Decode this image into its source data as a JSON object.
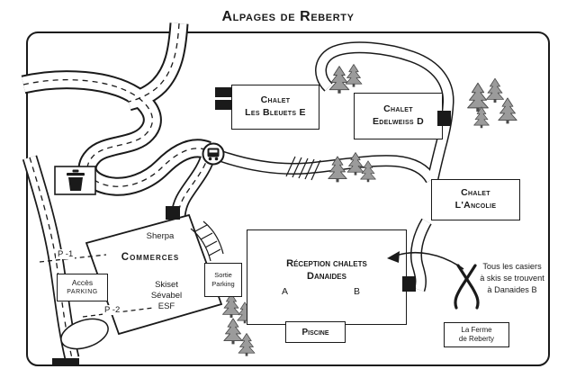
{
  "title": "Alpages de Reberty",
  "map": {
    "chalets": {
      "bleuets": {
        "line1": "Chalet",
        "line2": "Les Bleuets E"
      },
      "edelweiss": {
        "line1": "Chalet",
        "line2": "Edelweiss D"
      },
      "ancolie": {
        "line1": "Chalet",
        "line2": "L'Ancolie"
      }
    },
    "reception": {
      "line1": "Réception chalets",
      "line2": "Danaides",
      "unit_a": "A",
      "unit_b": "B"
    },
    "piscine": "Piscine",
    "ferme": {
      "line1": "La Ferme",
      "line2": "de Reberty"
    },
    "commerce": {
      "sherpa": "Sherpa",
      "title": "Commerces",
      "shop1": "Skiset",
      "shop2": "Sévabel",
      "shop3": "ESF"
    },
    "parking": {
      "acces1": "Accès",
      "acces2": "PARKING",
      "sortie1": "Sortie",
      "sortie2": "Parking",
      "level1": "P -1",
      "level2": "P -2"
    },
    "callout": {
      "line1": "Tous les casiers",
      "line2": "à skis se trouvent",
      "line3": "à Danaides B"
    },
    "icons": {
      "trash": "trash-icon",
      "shuttle": "shuttle-bus-icon",
      "skis": "crossed-skis-icon",
      "tree": "fir-tree-icon",
      "arrow": "arrow-to-danaides-b"
    },
    "colors": {
      "ink": "#1a1a1a",
      "tree_fill": "#9b9b9b"
    }
  }
}
